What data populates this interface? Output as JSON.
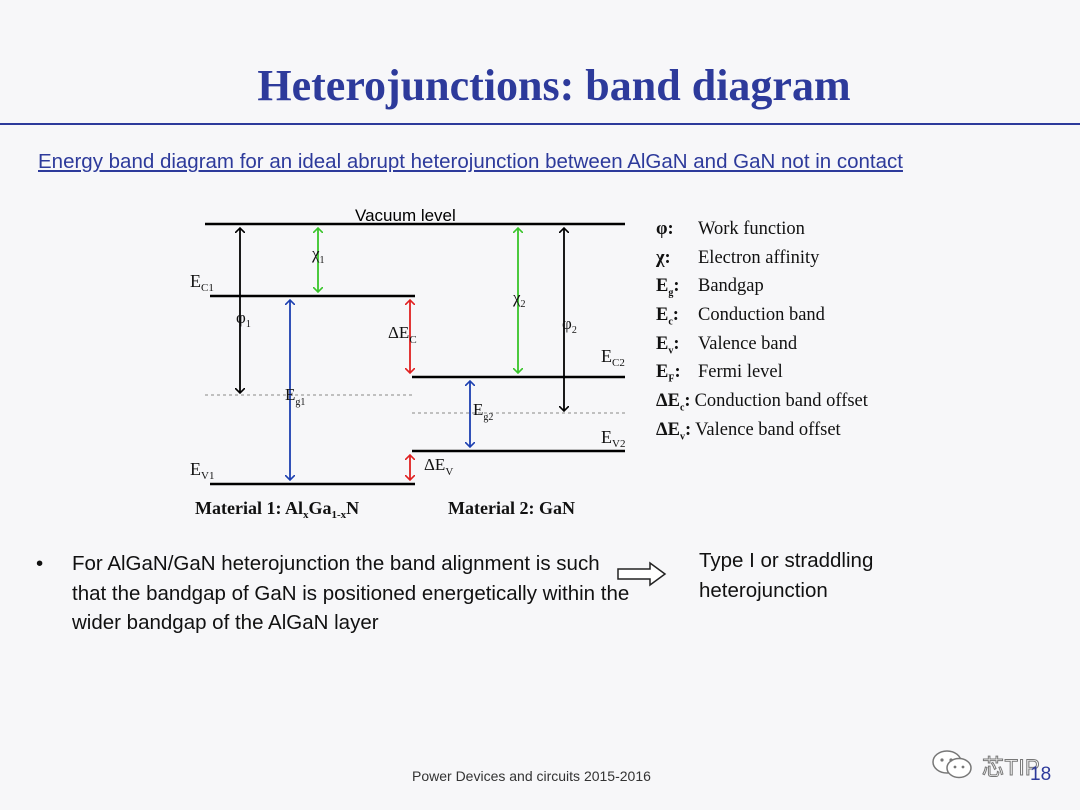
{
  "title": "Heterojunctions: band diagram",
  "subtitle": "Energy band diagram for an ideal abrupt heterojunction between AlGaN and GaN not in contact",
  "diagram": {
    "vacuum_label": "Vacuum level",
    "ec1": {
      "main": "E",
      "sub": "C1"
    },
    "ev1": {
      "main": "E",
      "sub": "V1"
    },
    "ec2": {
      "main": "E",
      "sub": "C2"
    },
    "ev2": {
      "main": "E",
      "sub": "V2"
    },
    "chi1": {
      "main": "χ",
      "sub": "1"
    },
    "chi2": {
      "main": "χ",
      "sub": "2"
    },
    "phi1": {
      "main": "φ",
      "sub": "1"
    },
    "phi2": {
      "main": "φ",
      "sub": "2"
    },
    "eg1": {
      "main": "E",
      "sub": "g1"
    },
    "eg2": {
      "main": "E",
      "sub": "g2"
    },
    "delta_ec": {
      "main": "ΔE",
      "sub": "C"
    },
    "delta_ev": {
      "main": "ΔE",
      "sub": "V"
    },
    "material1": {
      "pre": "Material 1: Al",
      "x": "x",
      "mid": "Ga",
      "sub": "1-x",
      "post": "N"
    },
    "material2": "Material 2: GaN",
    "colors": {
      "chi": "#39c42a",
      "eg": "#1c3fb0",
      "delta": "#e02020",
      "line": "#000000"
    }
  },
  "legend": [
    {
      "symbol": "φ:",
      "sub": "",
      "text": "Work function"
    },
    {
      "symbol": "χ:",
      "sub": "",
      "text": "Electron affinity"
    },
    {
      "symbol": "E",
      "sub": "g",
      "text": "Bandgap"
    },
    {
      "symbol": "E",
      "sub": "c",
      "text": "Conduction band"
    },
    {
      "symbol": "E",
      "sub": "v",
      "text": "Valence band"
    },
    {
      "symbol": "E",
      "sub": "F",
      "text": "Fermi level"
    },
    {
      "symbol": "ΔE",
      "sub": "c",
      "text": "Conduction band offset"
    },
    {
      "symbol": "ΔE",
      "sub": "v",
      "text": "Valence band offset"
    }
  ],
  "bullet": {
    "marker": "•",
    "text": "For AlGaN/GaN heterojunction the band alignment is such that the bandgap of GaN is positioned energetically within the wider bandgap of the AlGaN layer"
  },
  "conclusion": "Type I or straddling heterojunction",
  "footer": "Power Devices and circuits 2015-2016",
  "watermark": "芯TIP",
  "page_number": "18"
}
